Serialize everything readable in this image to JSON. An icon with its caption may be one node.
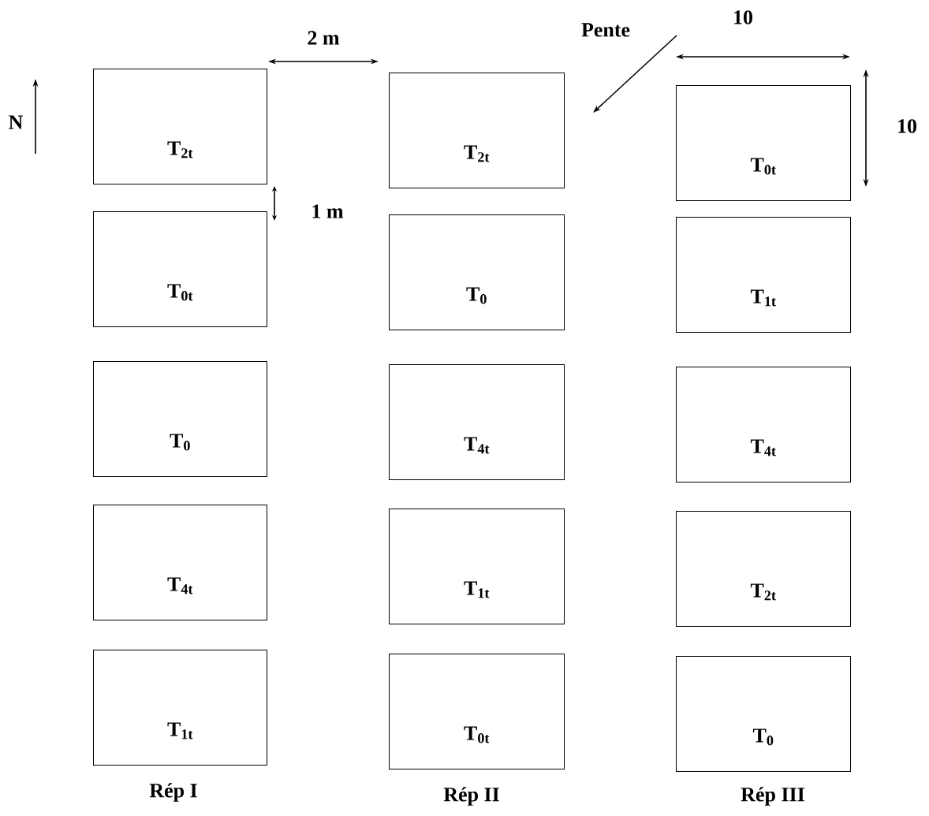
{
  "diagram": {
    "nodes": [
      {
        "text": [
          "T$_{2t}$"
        ]
      },
      {
        "text": [
          "T$_{2t}$"
        ]
      },
      {
        "text": [
          "T$_{0t}$"
        ]
      },
      {
        "text": [
          "T$_{0t}$"
        ]
      },
      {
        "text": [
          "T$_{0}$"
        ]
      },
      {
        "text": [
          "T$_{1t}$"
        ]
      },
      {
        "text": [
          "T$_{0}$"
        ]
      },
      {
        "text": [
          "T$_{4t}$"
        ]
      },
      {
        "text": [
          "T$_{4t}$"
        ]
      },
      {
        "text": [
          "T$_{4t}$"
        ]
      },
      {
        "text": [
          "T$_{1t}$"
        ]
      },
      {
        "text": [
          "T$_{2t}$"
        ]
      },
      {
        "text": [
          "T$_{1t}$"
        ]
      },
      {
        "text": [
          "T$_{0t}$"
        ]
      },
      {
        "text": [
          "T$_{0}$"
        ]
      }
    ],
    "edges": [],
    "labels": [
      "2 m",
      "Pente",
      "10",
      "N",
      "10",
      "1 m",
      "Rép I",
      "Rép II",
      "Rép III"
    ]
  }
}
